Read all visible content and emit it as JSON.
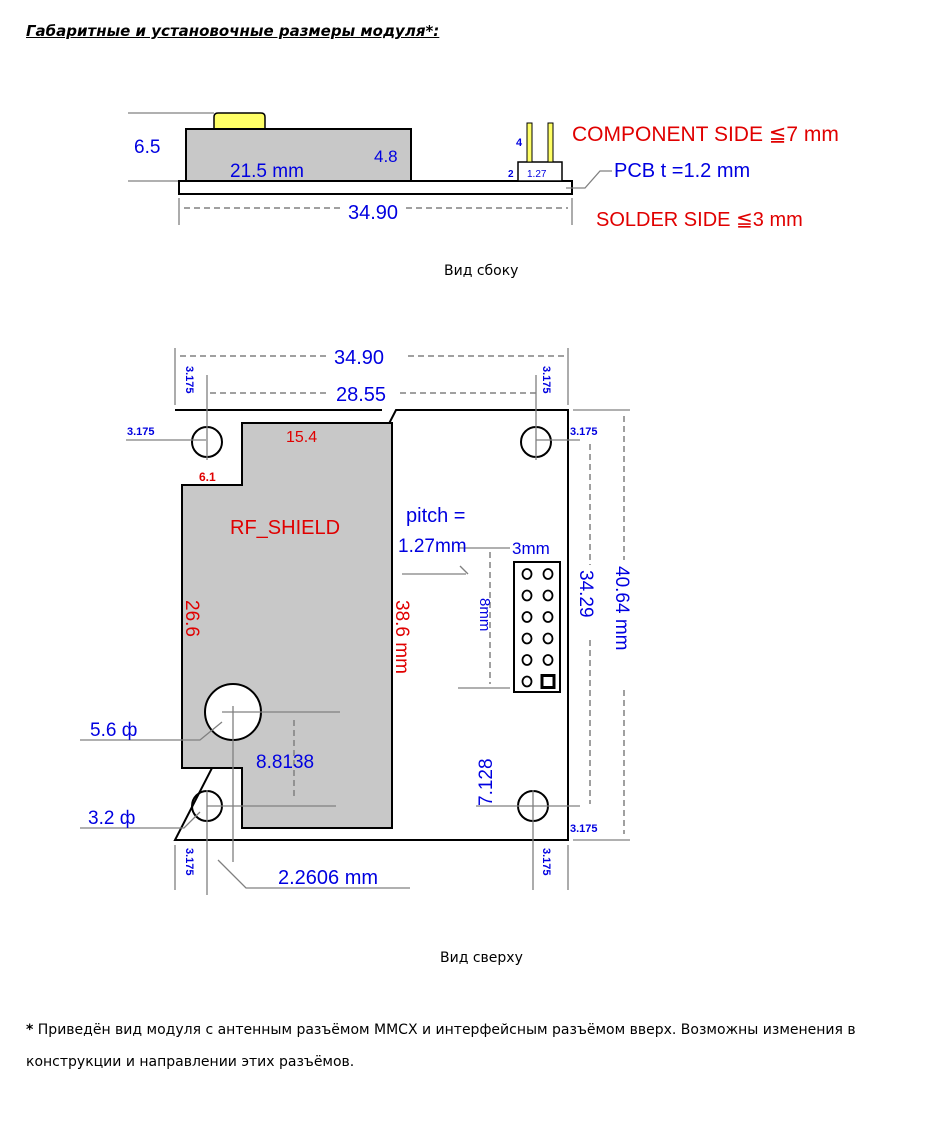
{
  "heading": "Габаритные и установочные размеры модуля*:",
  "side_view": {
    "caption": "Вид сбоку",
    "height_total": "6.5",
    "shield_width": "21.5 mm",
    "shield_height": "4.8",
    "pin_height": "4",
    "pin_base": "2",
    "pin_pitch": "1.27",
    "pcb_label": "PCB  t =1.2 mm",
    "length": "34.90",
    "component_side": "COMPONENT  SIDE ≦7 mm",
    "solder_side": "SOLDER  SIDE ≦3 mm",
    "colors": {
      "shield": "#c8c8c8",
      "antenna": "#ffff66",
      "dim": "#0000e0",
      "note": "#e00000"
    }
  },
  "top_view": {
    "caption": "Вид сверху",
    "width": "34.90",
    "hole_span": "28.55",
    "hole_offset": "3.175",
    "shield_top": "15.4",
    "shield_notch": "6.1",
    "shield_label": "RF_SHIELD",
    "shield_left": "26.6",
    "shield_right": "38.6 mm",
    "pitch_label_1": "pitch =",
    "pitch_label_2": "1.27mm",
    "connector_width": "3mm",
    "connector_length": "8mm",
    "hole_span_vertical": "34.29",
    "length": "40.64 mm",
    "antenna_diameter": "5.6 ф",
    "antenna_offset": "8.8138",
    "hole_diameter": "3.2 ф",
    "connector_offset": "7.128",
    "antenna_x": "2.2606 mm"
  },
  "footnote": {
    "marker": "*",
    "text": " Приведён вид модуля с антенным разъёмом MMCX и интерфейсным разъёмом вверх. Возможны изменения в конструкции и направлении этих разъёмов."
  }
}
